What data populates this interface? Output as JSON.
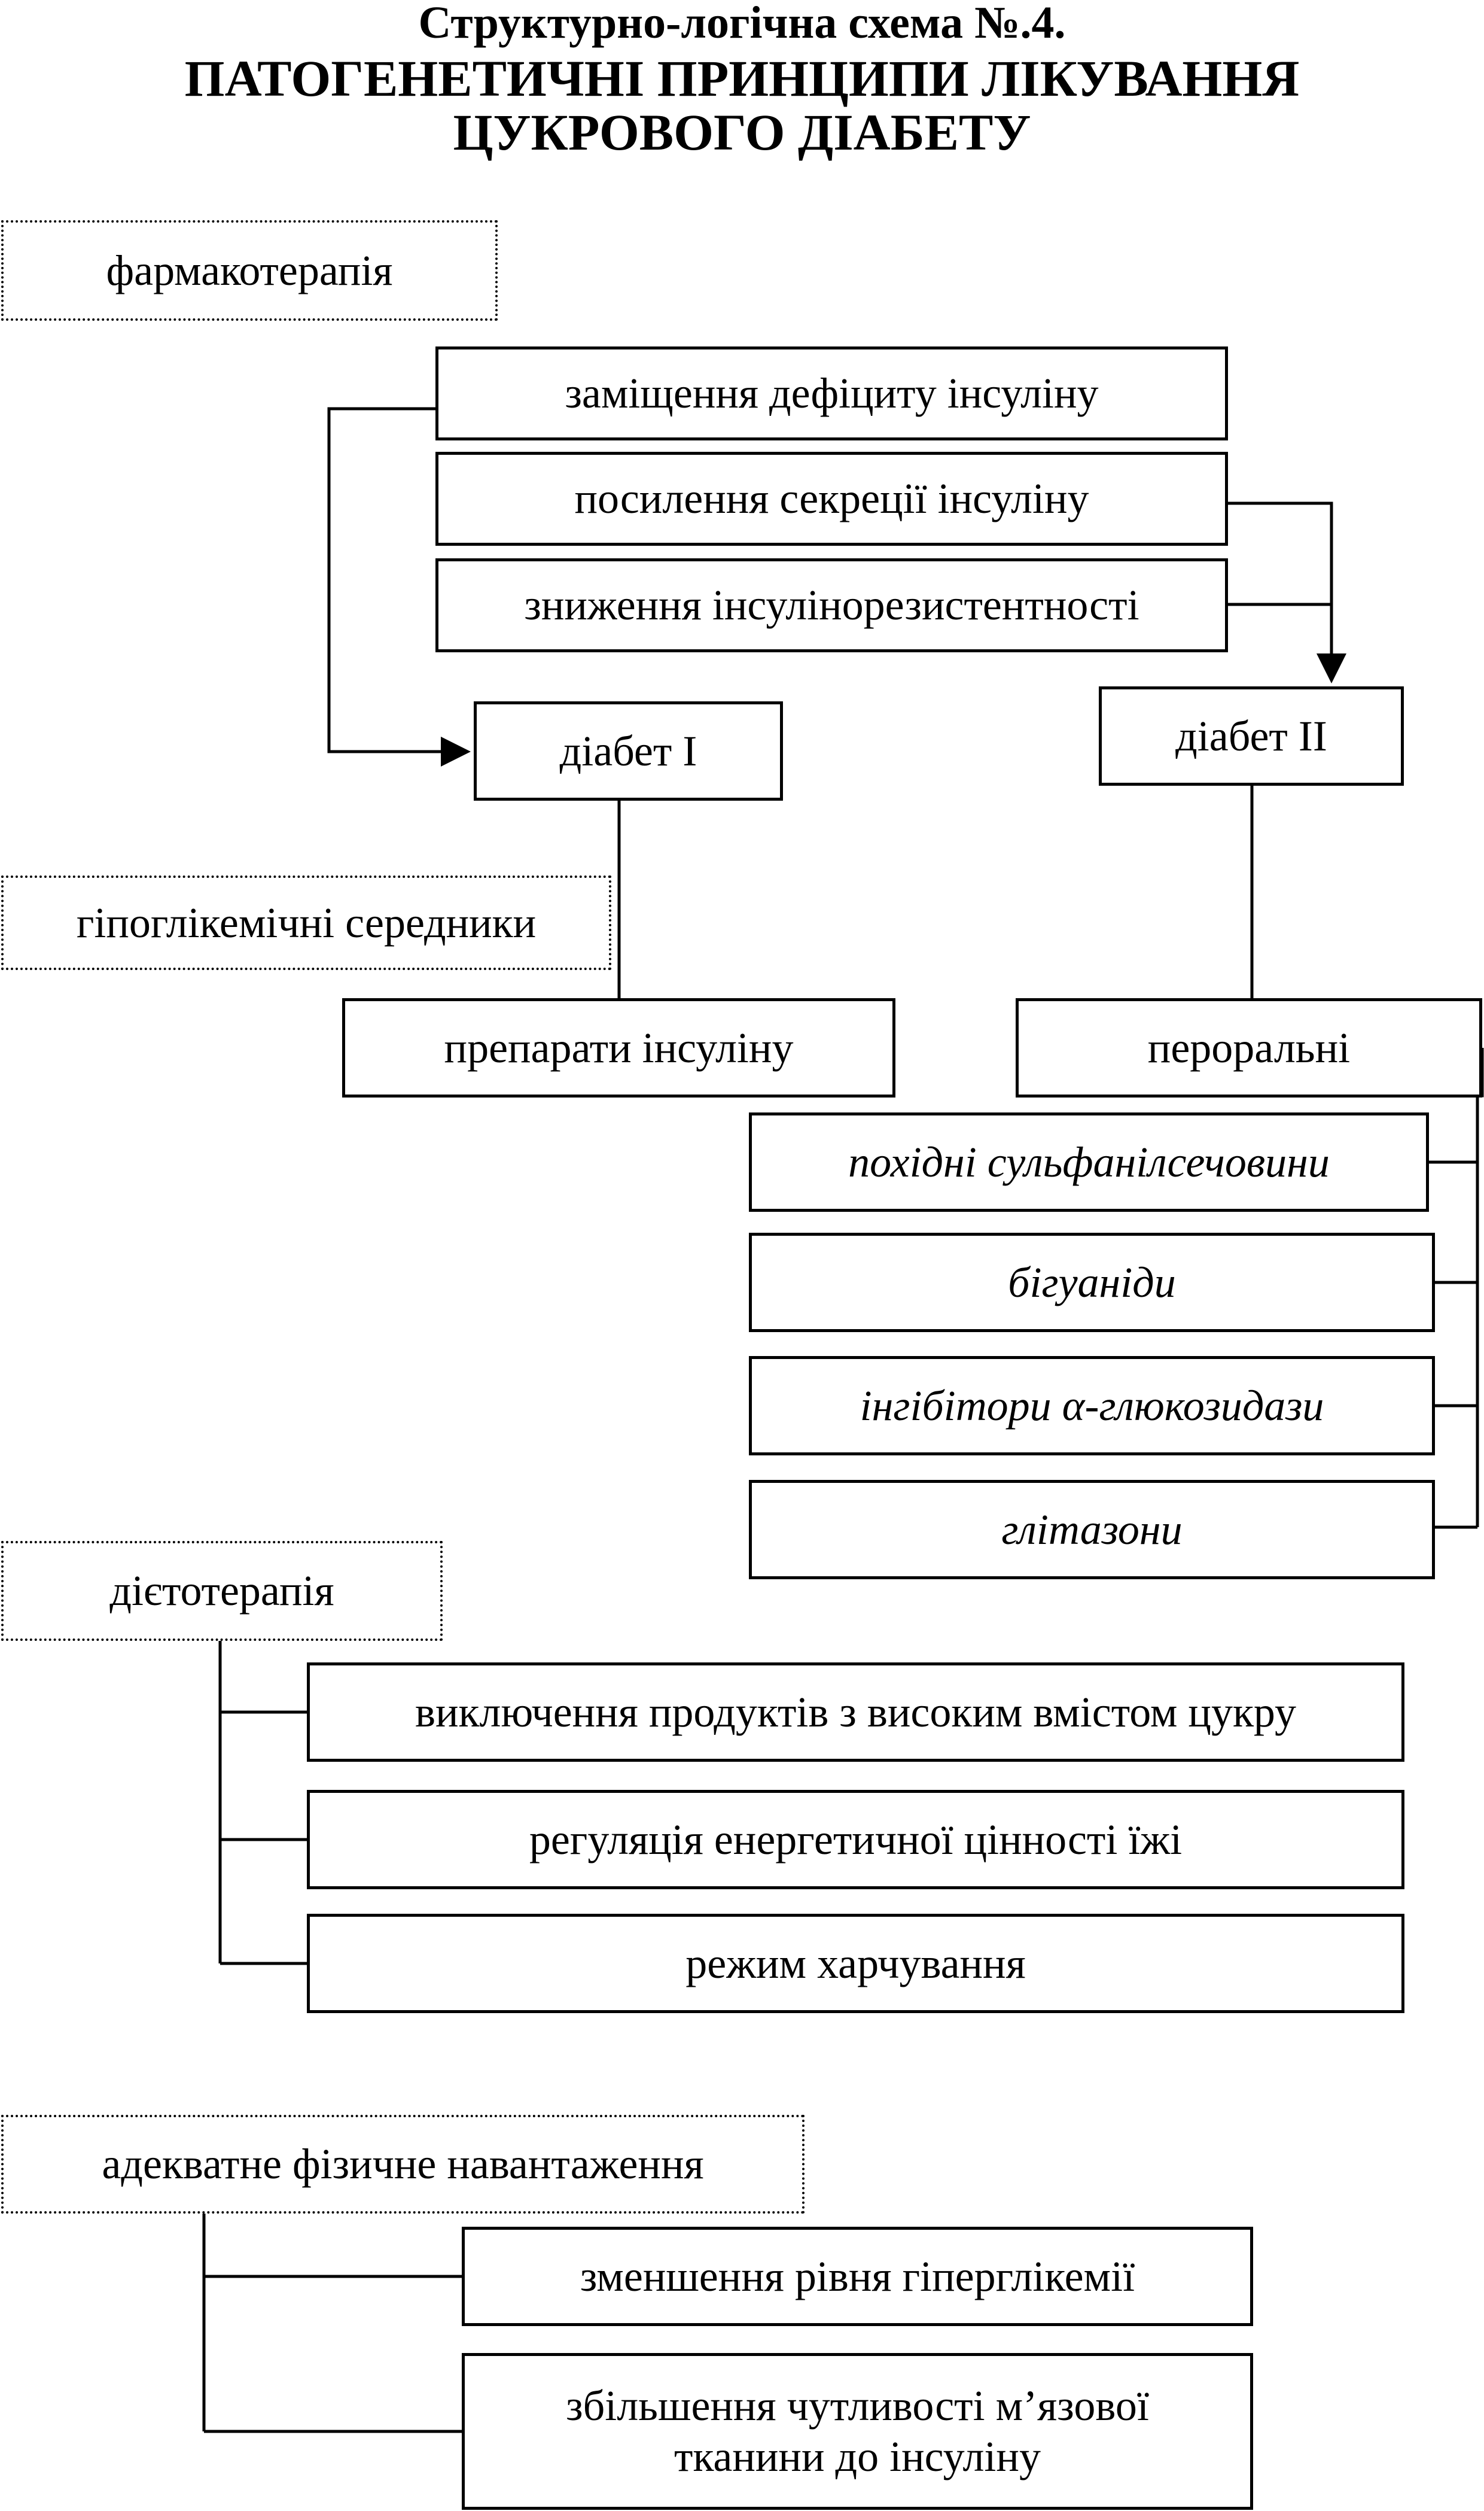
{
  "header": {
    "scheme_label": "Структурно-логічна схема №.4.",
    "title_line1": "ПАТОГЕНЕТИЧНІ ПРИНЦИПИ ЛІКУВАННЯ",
    "title_line2": "ЦУКРОВОГО ДІАБЕТУ"
  },
  "pharmacotherapy": {
    "label": "фармакотерапія",
    "mechanisms": [
      "заміщення дефіциту інсуліну",
      "посилення секреції інсуліну",
      "зниження інсулінорезистентності"
    ],
    "diabetes_type1": "діабет I",
    "diabetes_type2": "діабет II",
    "hypoglycemic_agents": "гіпоглікемічні середники",
    "insulin_preparations": "препарати інсуліну",
    "oral_agents": "пероральні",
    "oral_classes": [
      "похідні сульфанілсечовини",
      "бігуаніди",
      "інгібітори α-глюкозидази",
      "глітазони"
    ]
  },
  "diet_therapy": {
    "label": "дієтотерапія",
    "items": [
      "виключення продуктів з високим вмістом цукру",
      "регуляція енергетичної цінності їжі",
      "режим харчування"
    ]
  },
  "physical_activity": {
    "label": "адекватне фізичне навантаження",
    "items": [
      "зменшення рівня гіперглікемії"
    ],
    "sensitivity_lines": [
      "збільшення чутливості м’язової",
      "тканини до інсуліну"
    ]
  }
}
